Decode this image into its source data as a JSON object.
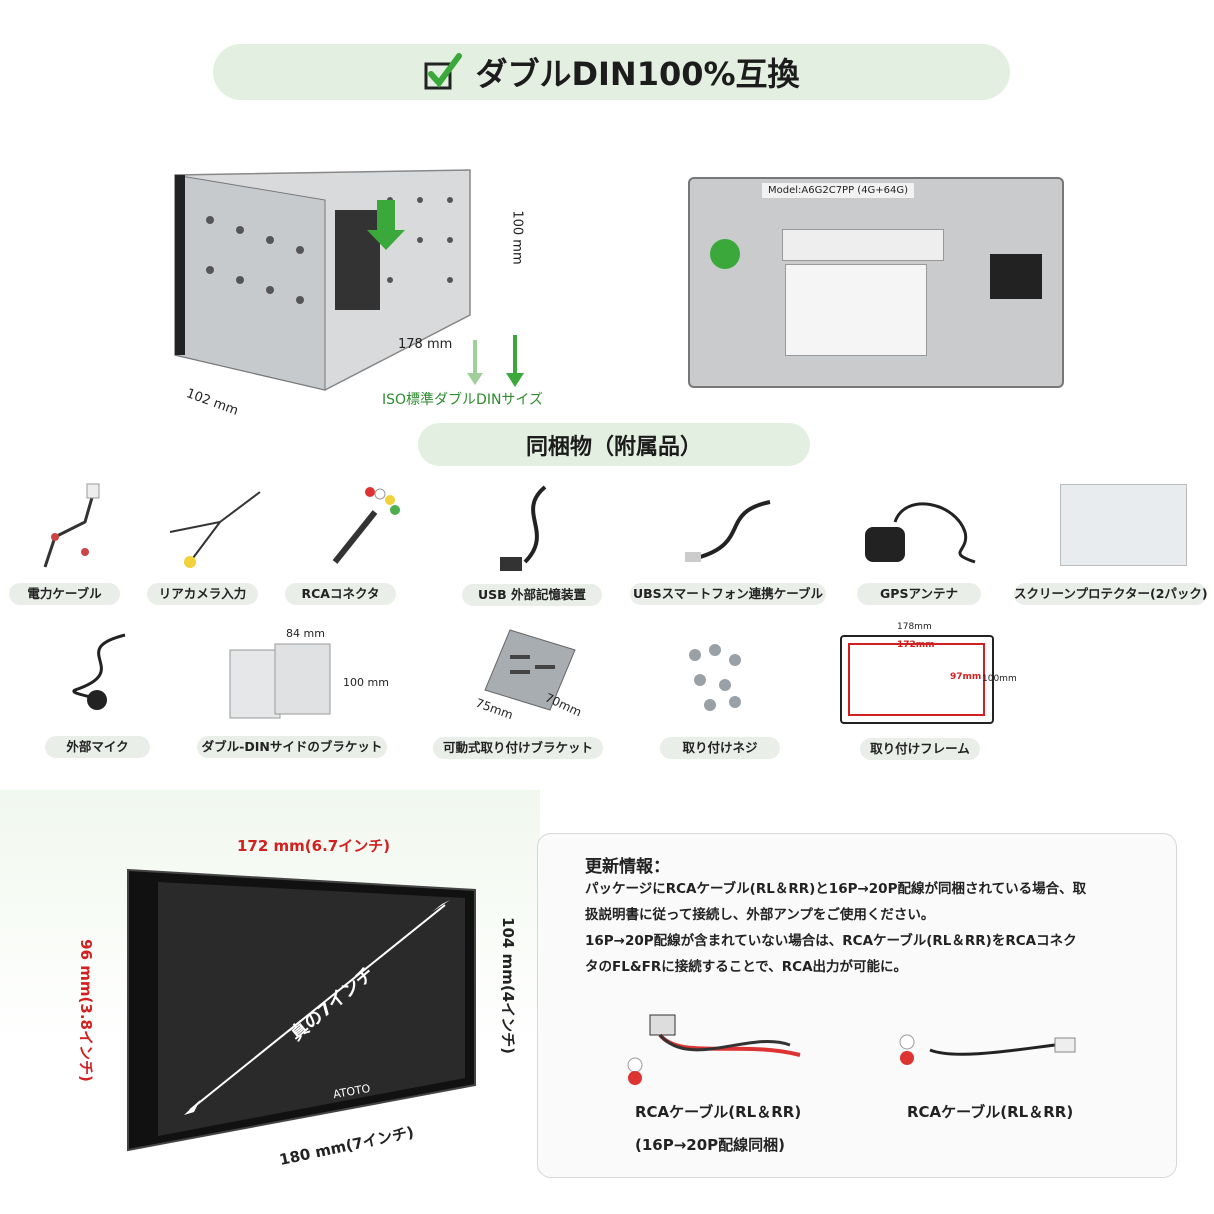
{
  "header": {
    "title": "ダブルDIN100%互換"
  },
  "din": {
    "dim_100": "100 mm",
    "dim_178": "178 mm",
    "dim_102": "102 mm",
    "iso_label": "ISO標準ダブルDINサイズ",
    "model_label": "Model:A6G2C7PP (4G+64G)"
  },
  "accessories_title": "同梱物（附属品）",
  "accessories_row1": [
    "電力ケーブル",
    "リアカメラ入力",
    "RCAコネクタ",
    "USB 外部記憶装置",
    "UBSスマートフォン連携ケーブル",
    "GPSアンテナ",
    "スクリーンプロテクター(2パック)"
  ],
  "accessories_row2": [
    "外部マイク",
    "ダブル-DINサイドのブラケット",
    "可動式取り付けブラケット",
    "取り付けネジ",
    "取り付けフレーム"
  ],
  "bracket_dims": {
    "w": "84 mm",
    "h": "100 mm"
  },
  "movable_dims": {
    "a": "75mm",
    "b": "70mm"
  },
  "frame_dims": {
    "outer_w": "178mm",
    "inner_w": "172mm",
    "inner_h": "97mm",
    "outer_h": "100mm"
  },
  "screen": {
    "top": "172 mm(6.7インチ)",
    "left": "96 mm(3.8インチ)",
    "right": "104 mm(4インチ)",
    "bottom": "180 mm(7インチ)",
    "diag": "真の7インチ",
    "brand": "ATOTO"
  },
  "update": {
    "title": "更新情報：",
    "lines": [
      "パッケージにRCAケーブル(RL＆RR)と16P→20P配線が同梱されている場合、取",
      "扱説明書に従って接続し、外部アンプをご使用ください。",
      "16P→20P配線が含まれていない場合は、RCAケーブル(RL＆RR)をRCAコネク",
      "タのFL&FRに接続することで、RCA出力が可能に。"
    ],
    "cable1_line1": "RCAケーブル(RL＆RR)",
    "cable1_line2": "(16P→20P配線同梱)",
    "cable2": "RCAケーブル(RL＆RR)"
  },
  "colors": {
    "accent_green": "#3aa83a",
    "pill_bg": "#e3efe1",
    "dim_red": "#d22020"
  }
}
